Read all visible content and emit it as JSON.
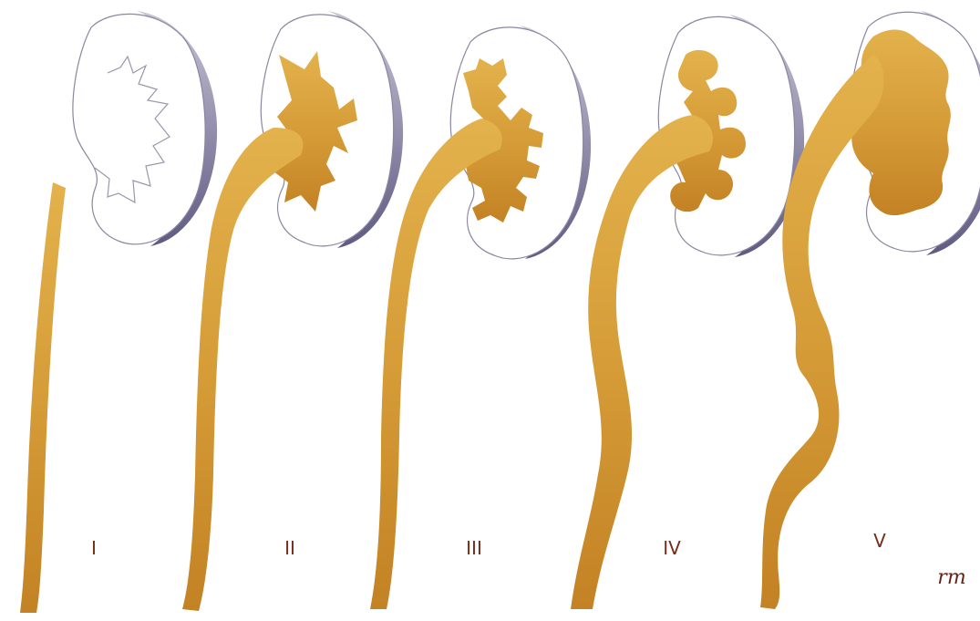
{
  "figure": {
    "grades": [
      {
        "label": "I"
      },
      {
        "label": "II"
      },
      {
        "label": "III"
      },
      {
        "label": "IV"
      },
      {
        "label": "V"
      }
    ],
    "signature": "rm",
    "colors": {
      "urine_fill": "#D9A43C",
      "urine_dark": "#C07F1E",
      "kidney_outline": "#8a86a0",
      "kidney_shadow": "#6e6a8c",
      "label_color": "#7a2a16"
    }
  }
}
